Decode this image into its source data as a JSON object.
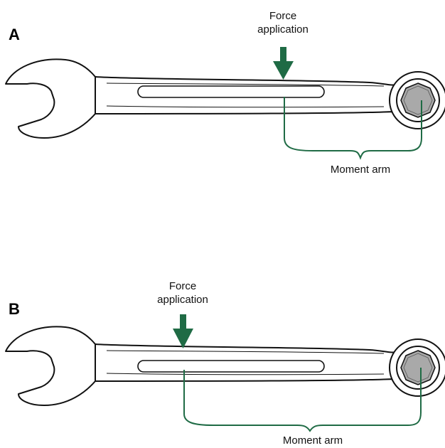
{
  "colors": {
    "accent": "#1f6b45",
    "outline": "#111111",
    "nut_fill": "#a9a9a9"
  },
  "panels": [
    {
      "letter": "A",
      "force_label_line1": "Force",
      "force_label_line2": "application",
      "moment_label": "Moment arm"
    },
    {
      "letter": "B",
      "force_label_line1": "Force",
      "force_label_line2": "application",
      "moment_label": "Moment arm"
    }
  ]
}
